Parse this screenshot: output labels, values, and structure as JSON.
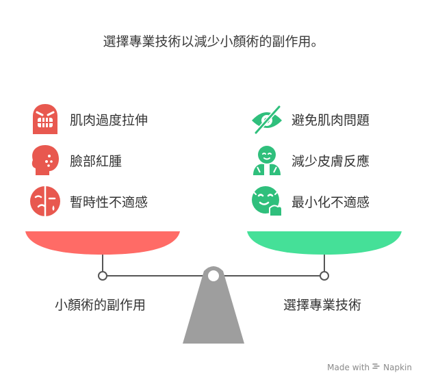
{
  "title": "選擇專業技術以減少小顏術的副作用。",
  "left": {
    "label": "小顏術的副作用",
    "color": "#ff6b66",
    "items": [
      {
        "label": "肌肉過度拉伸",
        "icon": "strained-face-icon"
      },
      {
        "label": "臉部紅腫",
        "icon": "swollen-face-icon"
      },
      {
        "label": "暫時性不適感",
        "icon": "discomfort-face-icon"
      }
    ]
  },
  "right": {
    "label": "選擇專業技術",
    "color": "#45e098",
    "items": [
      {
        "label": "避免肌肉問題",
        "icon": "eye-slash-icon"
      },
      {
        "label": "減少皮膚反應",
        "icon": "calm-person-icon"
      },
      {
        "label": "最小化不適感",
        "icon": "relieved-face-icon"
      }
    ]
  },
  "footer": {
    "prefix": "Made with",
    "brand": "Napkin"
  }
}
